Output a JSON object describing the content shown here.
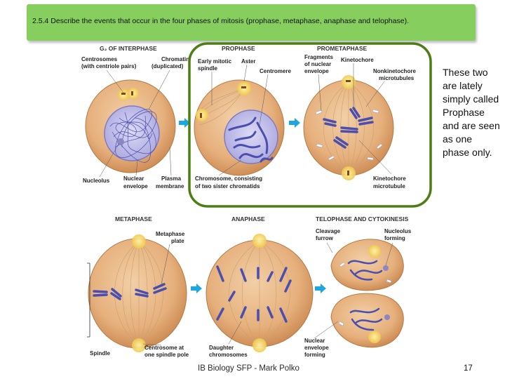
{
  "slide": {
    "header": "2.5.4 Describe the events that occur in the four phases of mitosis (prophase, metaphase, anaphase and telophase).",
    "side_note": "These two are lately simply called Prophase and are seen as one phase only.",
    "footer_credit": "IB Biology SFP - Mark Polko",
    "page_number": "17"
  },
  "figure": {
    "titles": {
      "interphase": "G₂ OF INTERPHASE",
      "prophase": "PROPHASE",
      "prometaphase": "PROMETAPHASE",
      "metaphase": "METAPHASE",
      "anaphase": "ANAPHASE",
      "telophase": "TELOPHASE AND CYTOKINESIS"
    },
    "labels": {
      "centrosomes_1": "Centrosomes",
      "centrosomes_2": "(with centriole pairs)",
      "chromatin_1": "Chromatin",
      "chromatin_2": "(duplicated)",
      "nucleolus": "Nucleolus",
      "nuclear_envelope_1": "Nuclear",
      "nuclear_envelope_2": "envelope",
      "plasma_membrane_1": "Plasma",
      "plasma_membrane_2": "membrane",
      "early_spindle_1": "Early mitotic",
      "early_spindle_2": "spindle",
      "aster": "Aster",
      "centromere": "Centromere",
      "chromosome_1": "Chromosome, consisting",
      "chromosome_2": "of two sister chromatids",
      "fragments_1": "Fragments",
      "fragments_2": "of nuclear",
      "fragments_3": "envelope",
      "kinetochore": "Kinetochore",
      "nonkin_1": "Nonkinetochore",
      "nonkin_2": "microtubules",
      "kin_mt_1": "Kinetochore",
      "kin_mt_2": "microtubule",
      "metaphase_plate_1": "Metaphase",
      "metaphase_plate_2": "plate",
      "spindle": "Spindle",
      "centrosome_pole_1": "Centrosome at",
      "centrosome_pole_2": "one spindle pole",
      "daughter_1": "Daughter",
      "daughter_2": "chromosomes",
      "cleavage_1": "Cleavage",
      "cleavage_2": "furrow",
      "nucleolus_forming_1": "Nucleolus",
      "nucleolus_forming_2": "forming",
      "nuc_env_forming_1": "Nuclear",
      "nuc_env_forming_2": "envelope",
      "nuc_env_forming_3": "forming"
    },
    "colors": {
      "header_bg": "#86cf5f",
      "highlight_border": "#4e7d14",
      "cell_fill": "#e8b98a",
      "nucleus_fill": "#c9c6ec",
      "chromosome": "#5a60b8",
      "arrow": "#1ea7df"
    }
  }
}
